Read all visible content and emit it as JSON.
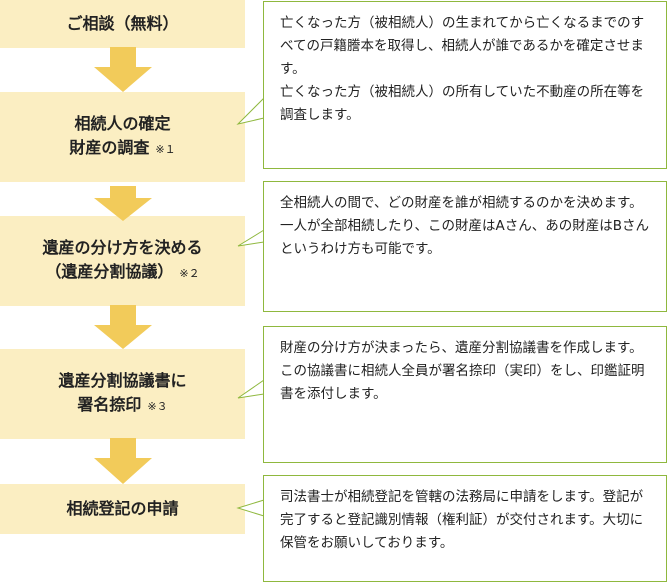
{
  "colors": {
    "step_fill": "#fbeec2",
    "arrow_fill": "#f2cb5a",
    "border": "#8fb83e"
  },
  "steps": [
    {
      "lines": [
        "ご相談（無料）"
      ],
      "note": "",
      "desc": []
    },
    {
      "lines": [
        "相続人の確定",
        "財産の調査"
      ],
      "note": "※１",
      "desc": [
        "亡くなった方（被相続人）の生まれてから亡くなるまでのすべての戸籍謄本を取得し、相続人が誰であるかを確定させます。",
        "亡くなった方（被相続人）の所有していた不動産の所在等を調査します。"
      ]
    },
    {
      "lines": [
        "遺産の分け方を決める",
        "（遺産分割協議）"
      ],
      "note": "※２",
      "desc": [
        "全相続人の間で、どの財産を誰が相続するのかを決めます。",
        "一人が全部相続したり、この財産はAさん、あの財産はBさんというわけ方も可能です。"
      ]
    },
    {
      "lines": [
        "遺産分割協議書に",
        "署名捺印"
      ],
      "note": "※３",
      "desc": [
        "財産の分け方が決まったら、遺産分割協議書を作成します。",
        "この協議書に相続人全員が署名捺印（実印）をし、印鑑証明書を添付します。"
      ]
    },
    {
      "lines": [
        "相続登記の申請"
      ],
      "note": "",
      "desc": [
        "司法書士が相続登記を管轄の法務局に申請をします。登記が完了すると登記識別情報（権利証）が交付されます。大切に保管をお願いしております。"
      ]
    }
  ]
}
